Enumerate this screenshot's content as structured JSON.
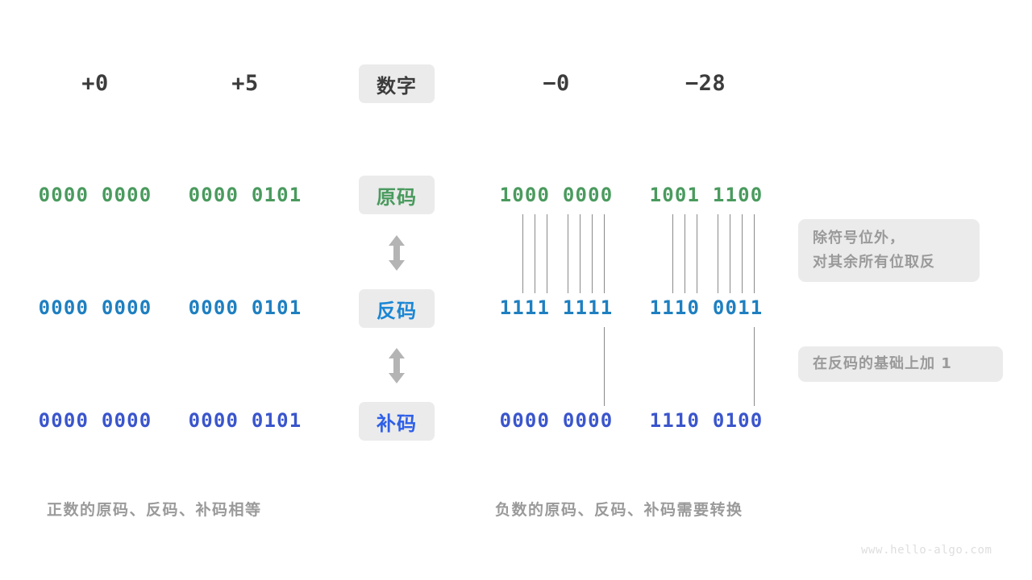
{
  "diagram": {
    "title_row": {
      "label": "数字",
      "columns": [
        {
          "name": "pos-zero",
          "value": "+0"
        },
        {
          "name": "pos-five",
          "value": "+5"
        },
        {
          "name": "neg-zero",
          "value": "−0"
        },
        {
          "name": "neg-twentyeight",
          "value": "−28"
        }
      ]
    },
    "rows": [
      {
        "label": "原码",
        "color": "#4a9a5e",
        "values": {
          "pos_zero": "0000 0000",
          "pos_five": "0000 0101",
          "neg_zero": "1000 0000",
          "neg_28": "1001 1100"
        }
      },
      {
        "label": "反码",
        "color": "#1e7fc0",
        "values": {
          "pos_zero": "0000 0000",
          "pos_five": "0000 0101",
          "neg_zero": "1111 1111",
          "neg_28": "1110 0011"
        }
      },
      {
        "label": "补码",
        "color": "#3a55cc",
        "values": {
          "pos_zero": "0000 0000",
          "pos_five": "0000 0101",
          "neg_zero": "0000 0000",
          "neg_28": "1110 0100"
        }
      }
    ],
    "notes": [
      {
        "name": "invert-note",
        "line1": "除符号位外，",
        "line2": "对其余所有位取反"
      },
      {
        "name": "add-one-note",
        "line1": "在反码的基础上加 1",
        "line2": ""
      }
    ],
    "captions": {
      "left": "正数的原码、反码、补码相等",
      "right": "负数的原码、反码、补码需要转换"
    },
    "watermark": "www.hello-algo.com",
    "palette": {
      "pill_bg": "#ebebeb",
      "note_bg": "#ebebeb",
      "gray_text": "#9a9a9a",
      "dark_text": "#3c3c3c",
      "line": "#8a8a8a",
      "arrow": "#b4b4b4"
    }
  }
}
